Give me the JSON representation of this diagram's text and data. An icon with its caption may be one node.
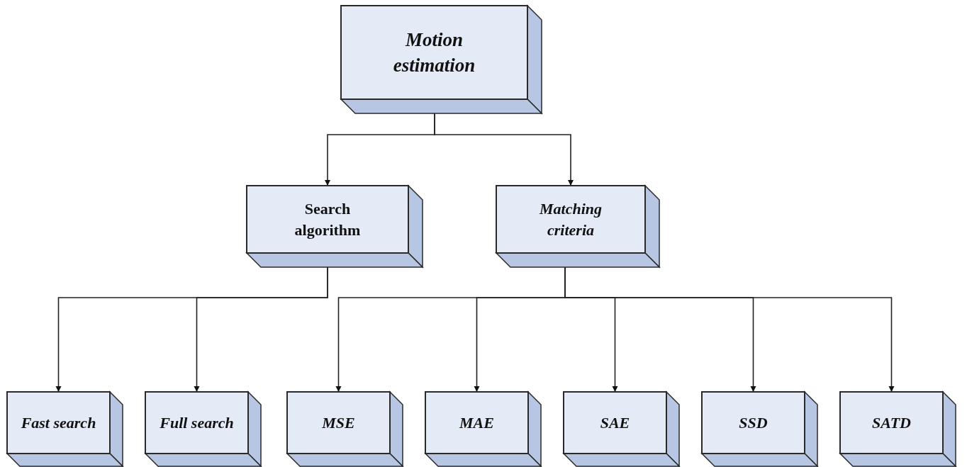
{
  "diagram": {
    "nodes": [
      {
        "text": [
          "Motion estimation"
        ]
      },
      {
        "text": [
          "Search algorithm"
        ]
      },
      {
        "text": [
          "Matching criteria"
        ]
      },
      {
        "text": [
          "Fast search"
        ]
      },
      {
        "text": [
          "Full search"
        ]
      },
      {
        "text": [
          "MSE"
        ]
      },
      {
        "text": [
          "MAE"
        ]
      },
      {
        "text": [
          "SAE"
        ]
      },
      {
        "text": [
          "SSD"
        ]
      },
      {
        "text": [
          "SATD"
        ]
      }
    ],
    "edges": [
      {
        "from": 0,
        "to": 1,
        "arrow": "to"
      },
      {
        "from": 0,
        "to": 2,
        "arrow": "to"
      },
      {
        "from": 1,
        "to": 3,
        "arrow": "to"
      },
      {
        "from": 1,
        "to": 4,
        "arrow": "to"
      },
      {
        "from": 2,
        "to": 5,
        "arrow": "to"
      },
      {
        "from": 2,
        "to": 6,
        "arrow": "to"
      },
      {
        "from": 2,
        "to": 7,
        "arrow": "to"
      },
      {
        "from": 2,
        "to": 8,
        "arrow": "to"
      },
      {
        "from": 2,
        "to": 9,
        "arrow": "to"
      }
    ]
  }
}
